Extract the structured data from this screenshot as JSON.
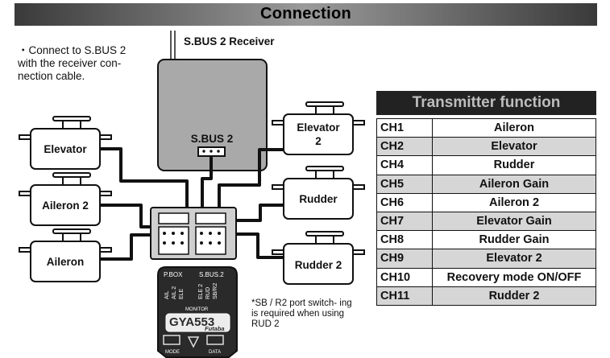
{
  "title": "Connection",
  "note": "・Connect to S.BUS 2 with the receiver con- nection cable.",
  "receiver": {
    "label": "S.BUS 2 Receiver",
    "port_label": "S.BUS 2"
  },
  "servos": {
    "elevator": "Elevator",
    "aileron2": "Aileron 2",
    "aileron": "Aileron",
    "elevator2_line1": "Elevator",
    "elevator2_line2": "2",
    "rudder": "Rudder",
    "rudder2": "Rudder 2"
  },
  "gyro": {
    "pbox": "P.BOX",
    "sbus2": "S.BUS.2",
    "ports": [
      "AIL",
      "AIL 2",
      "ELE",
      "ELE 2",
      "RUD",
      "SB/R2"
    ],
    "monitor": "MONITOR",
    "model": "GYA553",
    "brand": "Futaba",
    "mode": "MODE",
    "data": "DATA"
  },
  "footnote": "*SB / R2 port switch- ing is required when using RUD 2",
  "transmitter_function": {
    "title": "Transmitter function",
    "rows": [
      {
        "ch": "CH1",
        "function": "Aileron"
      },
      {
        "ch": "CH2",
        "function": "Elevator"
      },
      {
        "ch": "CH4",
        "function": "Rudder"
      },
      {
        "ch": "CH5",
        "function": "Aileron Gain"
      },
      {
        "ch": "CH6",
        "function": "Aileron 2"
      },
      {
        "ch": "CH7",
        "function": "Elevator Gain"
      },
      {
        "ch": "CH8",
        "function": "Rudder Gain"
      },
      {
        "ch": "CH9",
        "function": "Elevator 2"
      },
      {
        "ch": "CH10",
        "function": "Recovery mode ON/OFF"
      },
      {
        "ch": "CH11",
        "function": "Rudder 2"
      }
    ]
  }
}
